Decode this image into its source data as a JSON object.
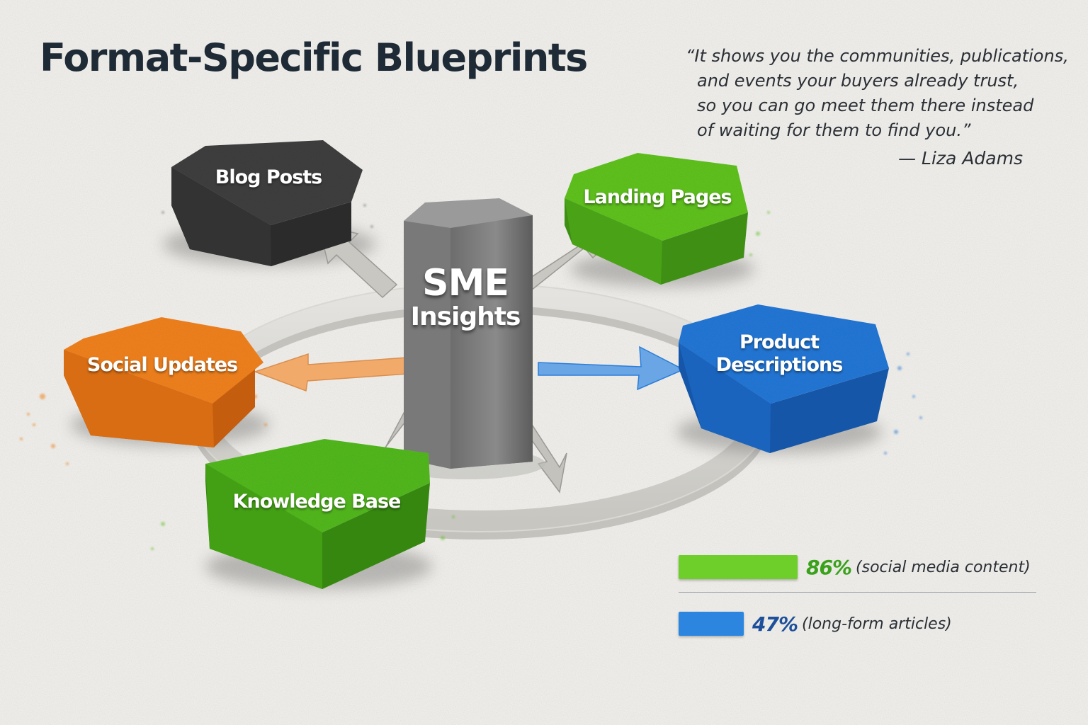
{
  "title": "Format-Specific Blueprints",
  "quote": {
    "lines": [
      "“It shows you the communities, publications,",
      "and events your buyers already trust,",
      "so you can go meet them there instead",
      "of waiting for them to find you.”"
    ],
    "author": "— Liza Adams"
  },
  "center": {
    "line1": "SME",
    "line2": "Insights",
    "color": "#7a7a7a"
  },
  "nodes": [
    {
      "id": "blog-posts",
      "label": "Blog Posts",
      "color": "#3f3f3f"
    },
    {
      "id": "landing-pages",
      "label": "Landing Pages",
      "color": "#5fc21e"
    },
    {
      "id": "social-updates",
      "label": "Social Updates",
      "color": "#f0811c"
    },
    {
      "id": "product-descriptions",
      "label": "Product Descriptions",
      "color": "#2177d6"
    },
    {
      "id": "knowledge-base",
      "label": "Knowledge Base",
      "color": "#52b81e"
    }
  ],
  "stats": [
    {
      "percent": "86%",
      "value": 86,
      "label": "(social media content)",
      "color": "#6fcf2a",
      "text_color": "#3aa11b"
    },
    {
      "percent": "47%",
      "value": 47,
      "label": "(long-form articles)",
      "color": "#2c86e0",
      "text_color": "#1d4f9a"
    }
  ]
}
